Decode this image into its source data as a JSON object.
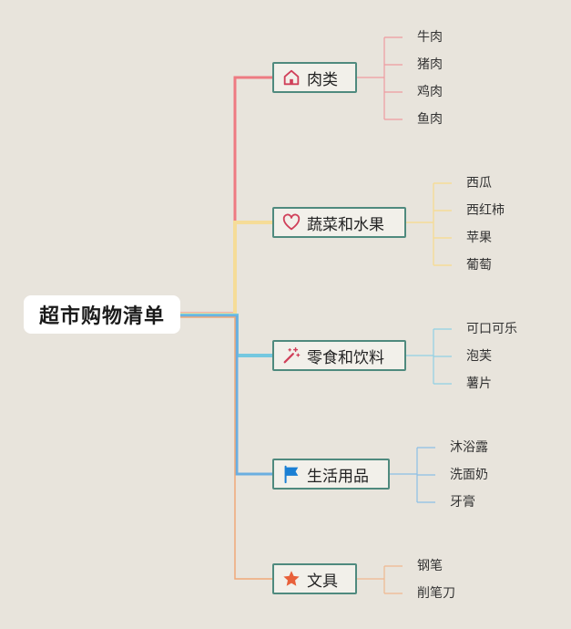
{
  "root": {
    "title": "超市购物清单"
  },
  "categories": [
    {
      "label": "肉类",
      "icon": "home-icon",
      "color": "#ee7a82",
      "items": [
        "牛肉",
        "猪肉",
        "鸡肉",
        "鱼肉"
      ]
    },
    {
      "label": "蔬菜和水果",
      "icon": "heart-icon",
      "color": "#f5dc98",
      "items": [
        "西瓜",
        "西红柿",
        "苹果",
        "葡萄"
      ]
    },
    {
      "label": "零食和饮料",
      "icon": "magic-wand-icon",
      "color": "#74c8e0",
      "items": [
        "可口可乐",
        "泡芙",
        "薯片"
      ]
    },
    {
      "label": "生活用品",
      "icon": "flag-icon",
      "color": "#6aaee0",
      "items": [
        "沐浴露",
        "洗面奶",
        "牙膏"
      ]
    },
    {
      "label": "文具",
      "icon": "star-icon",
      "color": "#f0a878",
      "items": [
        "钢笔",
        "削笔刀"
      ]
    }
  ]
}
